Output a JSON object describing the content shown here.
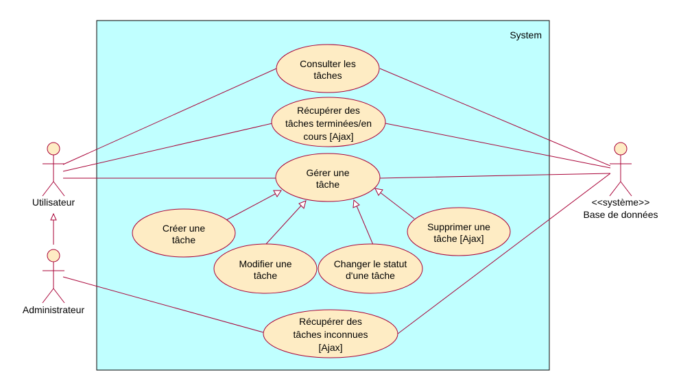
{
  "system": {
    "label": "System",
    "fill": "#C0FFFF"
  },
  "colors": {
    "line": "#A80036",
    "usecase_fill": "#FEECC4",
    "actor_fill": "#FEECC4"
  },
  "actors": {
    "utilisateur": {
      "label": "Utilisateur"
    },
    "administrateur": {
      "label": "Administrateur"
    },
    "base_de_donnees": {
      "stereotype": "<<système>>",
      "label": "Base de données"
    }
  },
  "usecases": {
    "consulter": {
      "lines": [
        "Consulter les",
        "tâches"
      ]
    },
    "recuperer_terminees": {
      "lines": [
        "Récupérer des",
        "tâches terminées/en",
        "cours [Ajax]"
      ]
    },
    "gerer": {
      "lines": [
        "Gérer une",
        "tâche"
      ]
    },
    "creer": {
      "lines": [
        "Créer une",
        "tâche"
      ]
    },
    "modifier": {
      "lines": [
        "Modifier une",
        "tâche"
      ]
    },
    "changer_statut": {
      "lines": [
        "Changer le statut",
        "d'une tâche"
      ]
    },
    "supprimer": {
      "lines": [
        "Supprimer une",
        "tâche [Ajax]"
      ]
    },
    "recuperer_inconnues": {
      "lines": [
        "Récupérer des",
        "tâches inconnues",
        "[Ajax]"
      ]
    }
  }
}
